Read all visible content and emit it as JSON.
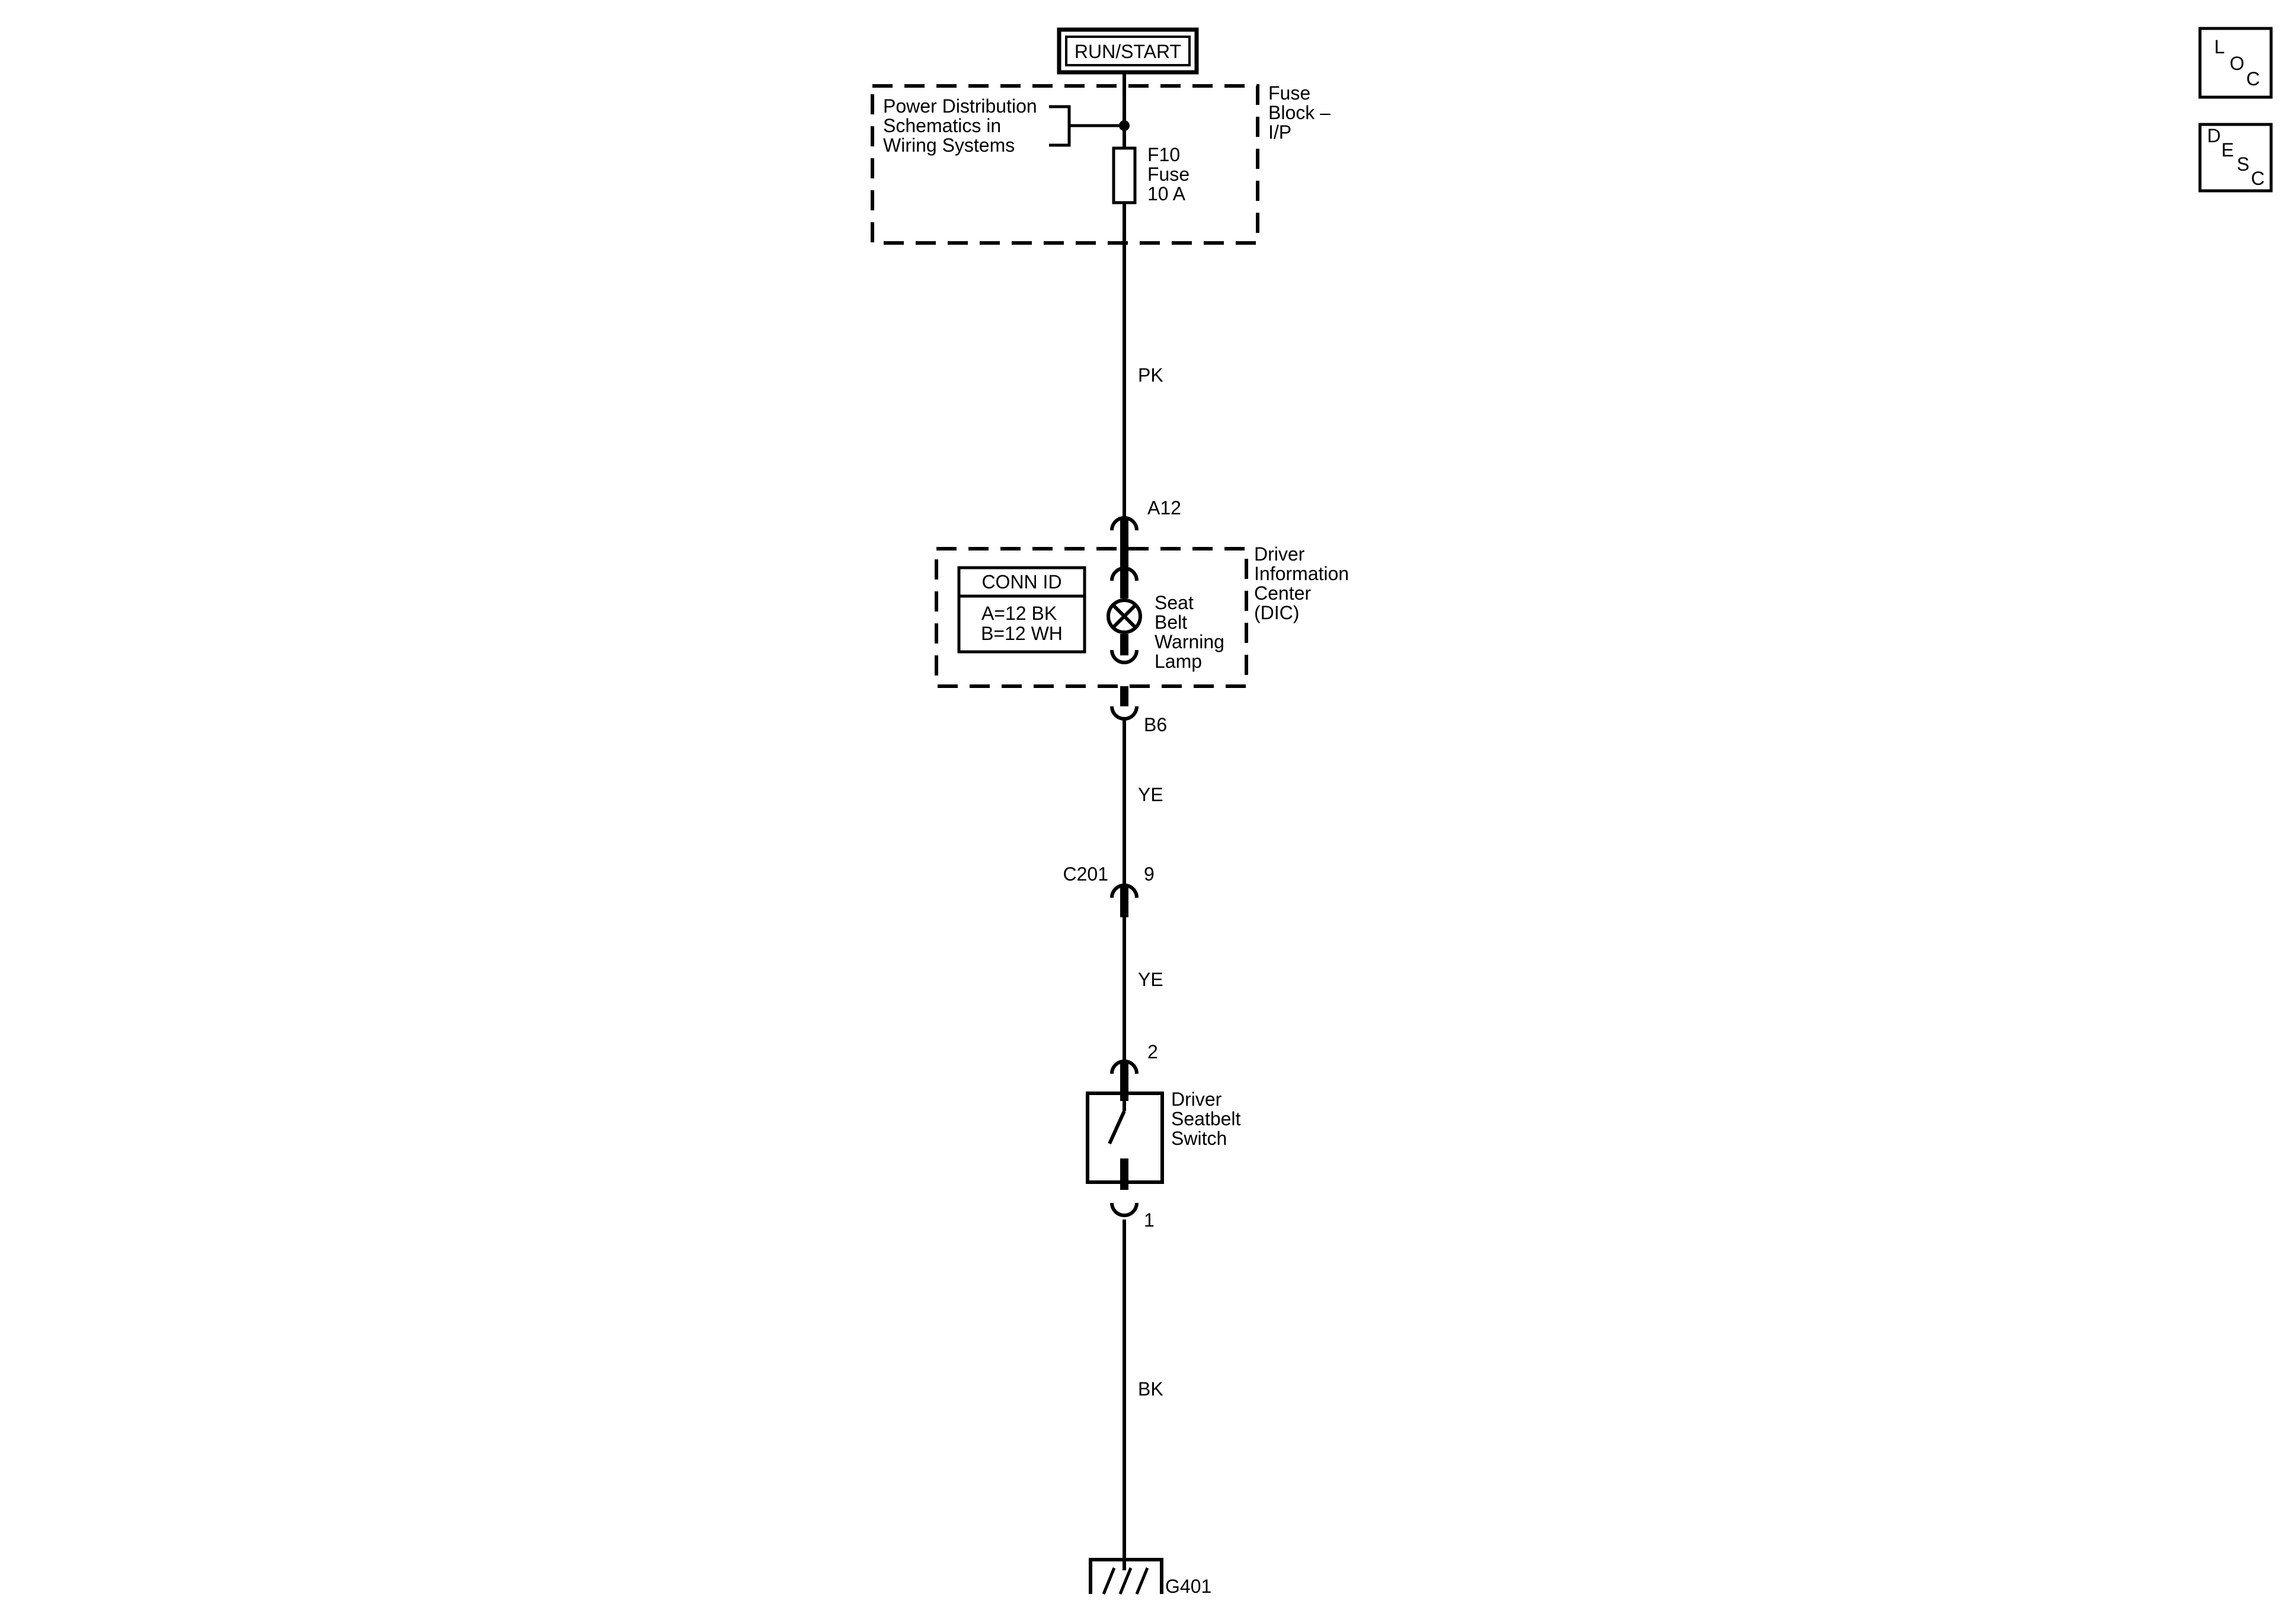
{
  "power": {
    "label": "RUN/START"
  },
  "fuse_block": {
    "name_lines": [
      "Fuse",
      "Block –",
      "I/P"
    ],
    "ref_lines": [
      "Power Distribution",
      "Schematics in",
      "Wiring Systems"
    ],
    "fuse_lines": [
      "F10",
      "Fuse",
      "10 A"
    ]
  },
  "wires": {
    "w1": "PK",
    "w2": "YE",
    "w3": "YE",
    "w4": "BK"
  },
  "dic": {
    "name_lines": [
      "Driver",
      "Information",
      "Center",
      "(DIC)"
    ],
    "pin_in": "A12",
    "pin_out": "B6",
    "conn_id": {
      "title": "CONN ID",
      "lines": [
        "A=12 BK",
        "B=12 WH"
      ]
    },
    "lamp_lines": [
      "Seat",
      "Belt",
      "Warning",
      "Lamp"
    ]
  },
  "inline_connector": {
    "name": "C201",
    "pin": "9"
  },
  "switch": {
    "pin_top": "2",
    "pin_bottom": "1",
    "name_lines": [
      "Driver",
      "Seatbelt",
      "Switch"
    ]
  },
  "ground": {
    "label": "G401"
  },
  "nav_buttons": {
    "loc": [
      "L",
      "O",
      "C"
    ],
    "desc": [
      "D",
      "E",
      "S",
      "C"
    ]
  }
}
